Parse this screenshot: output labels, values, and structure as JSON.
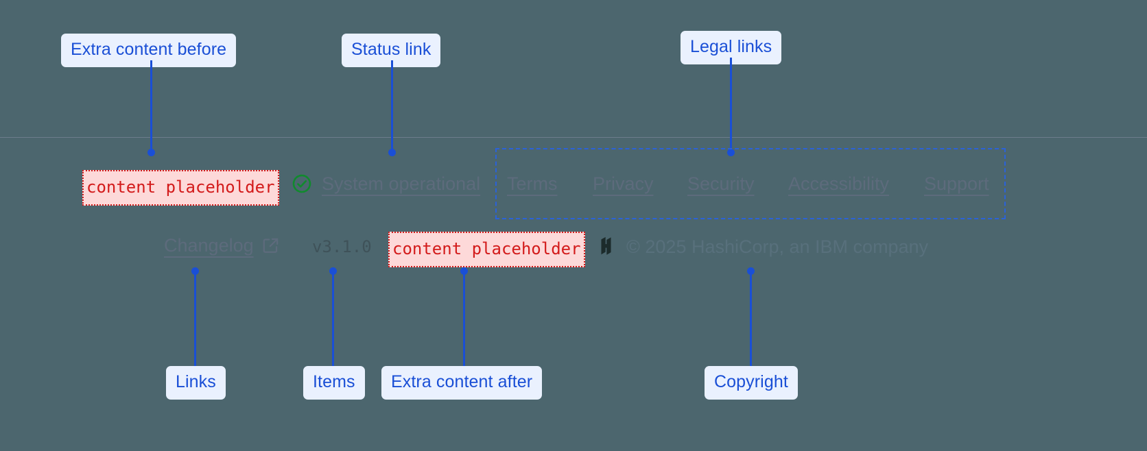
{
  "annotations": {
    "extra_before": "Extra content before",
    "status_link": "Status link",
    "legal_links": "Legal links",
    "links": "Links",
    "items": "Items",
    "extra_after": "Extra content after",
    "copyright": "Copyright"
  },
  "footer": {
    "extra_content_before": "content placeholder",
    "status": {
      "icon": "check-circle-icon",
      "label": "System operational"
    },
    "legal_links": [
      {
        "label": "Terms"
      },
      {
        "label": "Privacy"
      },
      {
        "label": "Security"
      },
      {
        "label": "Accessibility"
      },
      {
        "label": "Support"
      }
    ],
    "changelog": {
      "label": "Changelog",
      "icon": "external-link-icon"
    },
    "version": "v3.1.0",
    "extra_content_after": "content placeholder",
    "brand": {
      "logo": "hashicorp-logo",
      "copyright": "© 2025 HashiCorp, an IBM company"
    }
  },
  "colors": {
    "background": "#4c666e",
    "annotation_accent": "#1a4fd6",
    "annotation_pill_bg": "#eaf1fe",
    "placeholder_text": "#d31b1b",
    "placeholder_bg": "#fdd9d9",
    "link_text": "#5d6b7c",
    "status_ok": "#118a2e"
  }
}
